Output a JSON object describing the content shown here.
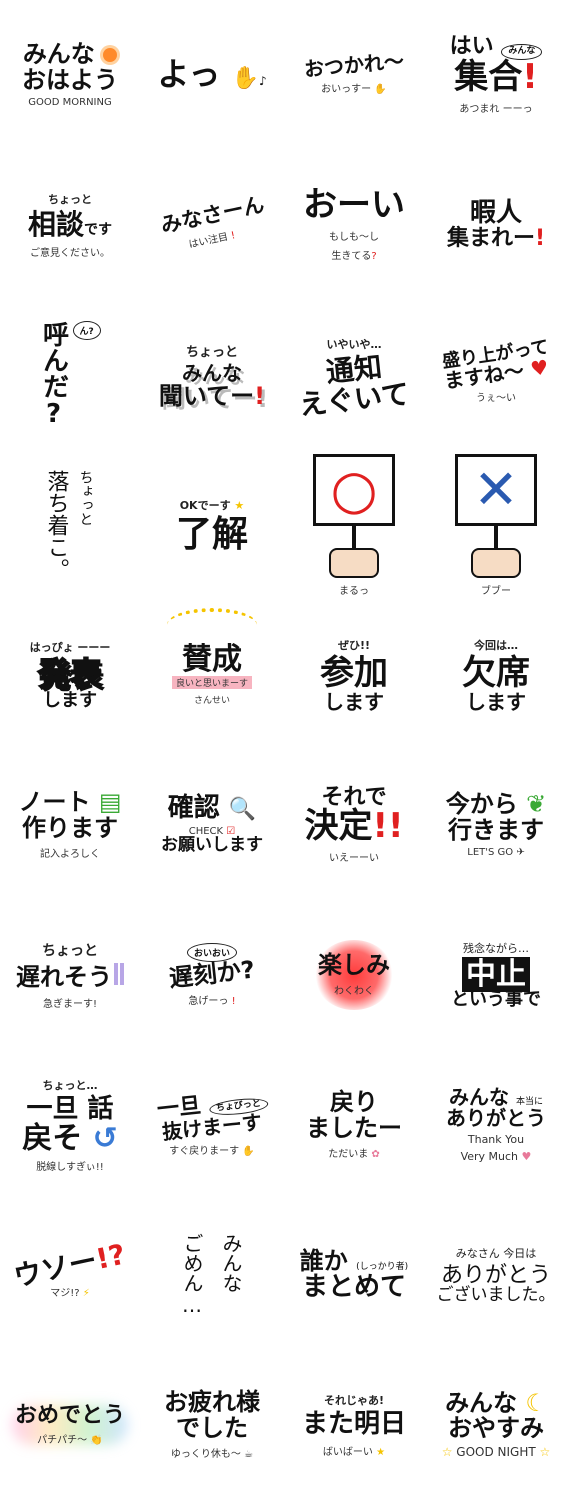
{
  "stickers": [
    {
      "id": "s01",
      "main": "みんな",
      "main2": "おはよう",
      "sub": "GOOD MORNING",
      "icon": "sun-icon"
    },
    {
      "id": "s02",
      "main": "よっ",
      "icon": "waving-hand-icon",
      "note": "♪"
    },
    {
      "id": "s03",
      "main": "おつかれ〜",
      "sub": "おいっすー",
      "icon": "waving-hand-icon"
    },
    {
      "id": "s04",
      "main": "はい",
      "main2": "集合",
      "mark": "!",
      "bubble": "みんな",
      "sub": "あつまれ ーーっ"
    },
    {
      "id": "s05",
      "pre": "ちょっと",
      "main": "相談",
      "tail": "です",
      "sub": "ご意見ください。"
    },
    {
      "id": "s06",
      "main": "みなさーん",
      "mark": "!",
      "sub": "はい注目"
    },
    {
      "id": "s07",
      "main": "おーい",
      "sub": "もしも〜し",
      "sub2": "生きてる",
      "mark": "?"
    },
    {
      "id": "s08",
      "main": "暇人",
      "main2": "集まれー",
      "mark": "!"
    },
    {
      "id": "s09",
      "main": "呼んだ?",
      "bubble": "ん?"
    },
    {
      "id": "s10",
      "pre": "ちょっと",
      "main": "みんな",
      "main2": "聞いてー",
      "mark": "!"
    },
    {
      "id": "s11",
      "pre": "いやいや…",
      "main": "通知",
      "main2": "えぐいて"
    },
    {
      "id": "s12",
      "main": "盛り上がって",
      "main2": "ますね〜",
      "sub": "うぇ〜い"
    },
    {
      "id": "s13",
      "main": "落ち着こ。",
      "pre": "ちょっと"
    },
    {
      "id": "s14",
      "pre": "OKでーす",
      "main": "了解"
    },
    {
      "id": "s15",
      "symbol": "○",
      "sub": "まるっ"
    },
    {
      "id": "s16",
      "symbol": "✕",
      "sub": "ブブー"
    },
    {
      "id": "s17",
      "pre": "はっぴょ ーーー",
      "main": "発表",
      "main2": "します"
    },
    {
      "id": "s18",
      "side_left": "さんせい",
      "main": "賛成",
      "sub": "良いと思いまーす"
    },
    {
      "id": "s19",
      "pre": "ぜひ!!",
      "main": "参加",
      "main2": "します"
    },
    {
      "id": "s20",
      "pre": "今回は…",
      "main": "欠席",
      "main2": "します"
    },
    {
      "id": "s21",
      "main": "ノート",
      "main2": "作ります",
      "sub": "記入よろしく"
    },
    {
      "id": "s22",
      "main": "確認",
      "tag": "CHECK",
      "main2": "お願いします"
    },
    {
      "id": "s23",
      "main": "それで",
      "main2": "決定",
      "mark": "!!",
      "sub": "いえーーい"
    },
    {
      "id": "s24",
      "main": "今から",
      "main2": "行きます",
      "sub": "LET'S GO"
    },
    {
      "id": "s25",
      "pre": "ちょっと",
      "main": "遅れそう",
      "sub": "急ぎまーす!"
    },
    {
      "id": "s26",
      "bubble": "おいおい",
      "main": "遅刻か?",
      "sub": "急げーっ"
    },
    {
      "id": "s27",
      "main": "楽しみ",
      "sub": "わくわく"
    },
    {
      "id": "s28",
      "pre": "残念ながら…",
      "main": "中止",
      "main2": "という事で"
    },
    {
      "id": "s29",
      "pre": "ちょっと…",
      "main": "一旦 話",
      "main2": "戻そ",
      "sub": "脱線しすぎぃ!!"
    },
    {
      "id": "s30",
      "main": "一旦",
      "bubble": "ちょびっと",
      "main2": "抜けまーす",
      "sub": "すぐ戻りまーす"
    },
    {
      "id": "s31",
      "main": "戻り",
      "main2": "ましたー",
      "sub": "ただいま"
    },
    {
      "id": "s32",
      "main": "みんな",
      "main2": "ありがとう",
      "note": "本当に",
      "sub": "Thank You",
      "sub2": "Very Much"
    },
    {
      "id": "s33",
      "main": "ウソー",
      "mark": "!?",
      "sub": "マジ!?"
    },
    {
      "id": "s34",
      "main": "みんな",
      "main2": "ごめん…"
    },
    {
      "id": "s35",
      "main": "誰か",
      "tag": "(しっかり者)",
      "main2": "まとめて"
    },
    {
      "id": "s36",
      "pre": "みなさん 今日は",
      "main": "ありがとう",
      "main2": "ございました。"
    },
    {
      "id": "s37",
      "main": "おめでとう",
      "sub": "パチパチ〜"
    },
    {
      "id": "s38",
      "main": "お疲れ様",
      "main2": "でした",
      "sub": "ゆっくり休も〜"
    },
    {
      "id": "s39",
      "pre": "それじゃあ!",
      "main": "また明日",
      "sub": "ばいばーい"
    },
    {
      "id": "s40",
      "main": "みんな",
      "main2": "おやすみ",
      "sub": "GOOD NIGHT",
      "icon": "moon-icon"
    }
  ],
  "colors": {
    "accent": "#e02020",
    "text": "#111111",
    "heart": "#ff3b3b",
    "check": "#2a5ab0"
  }
}
